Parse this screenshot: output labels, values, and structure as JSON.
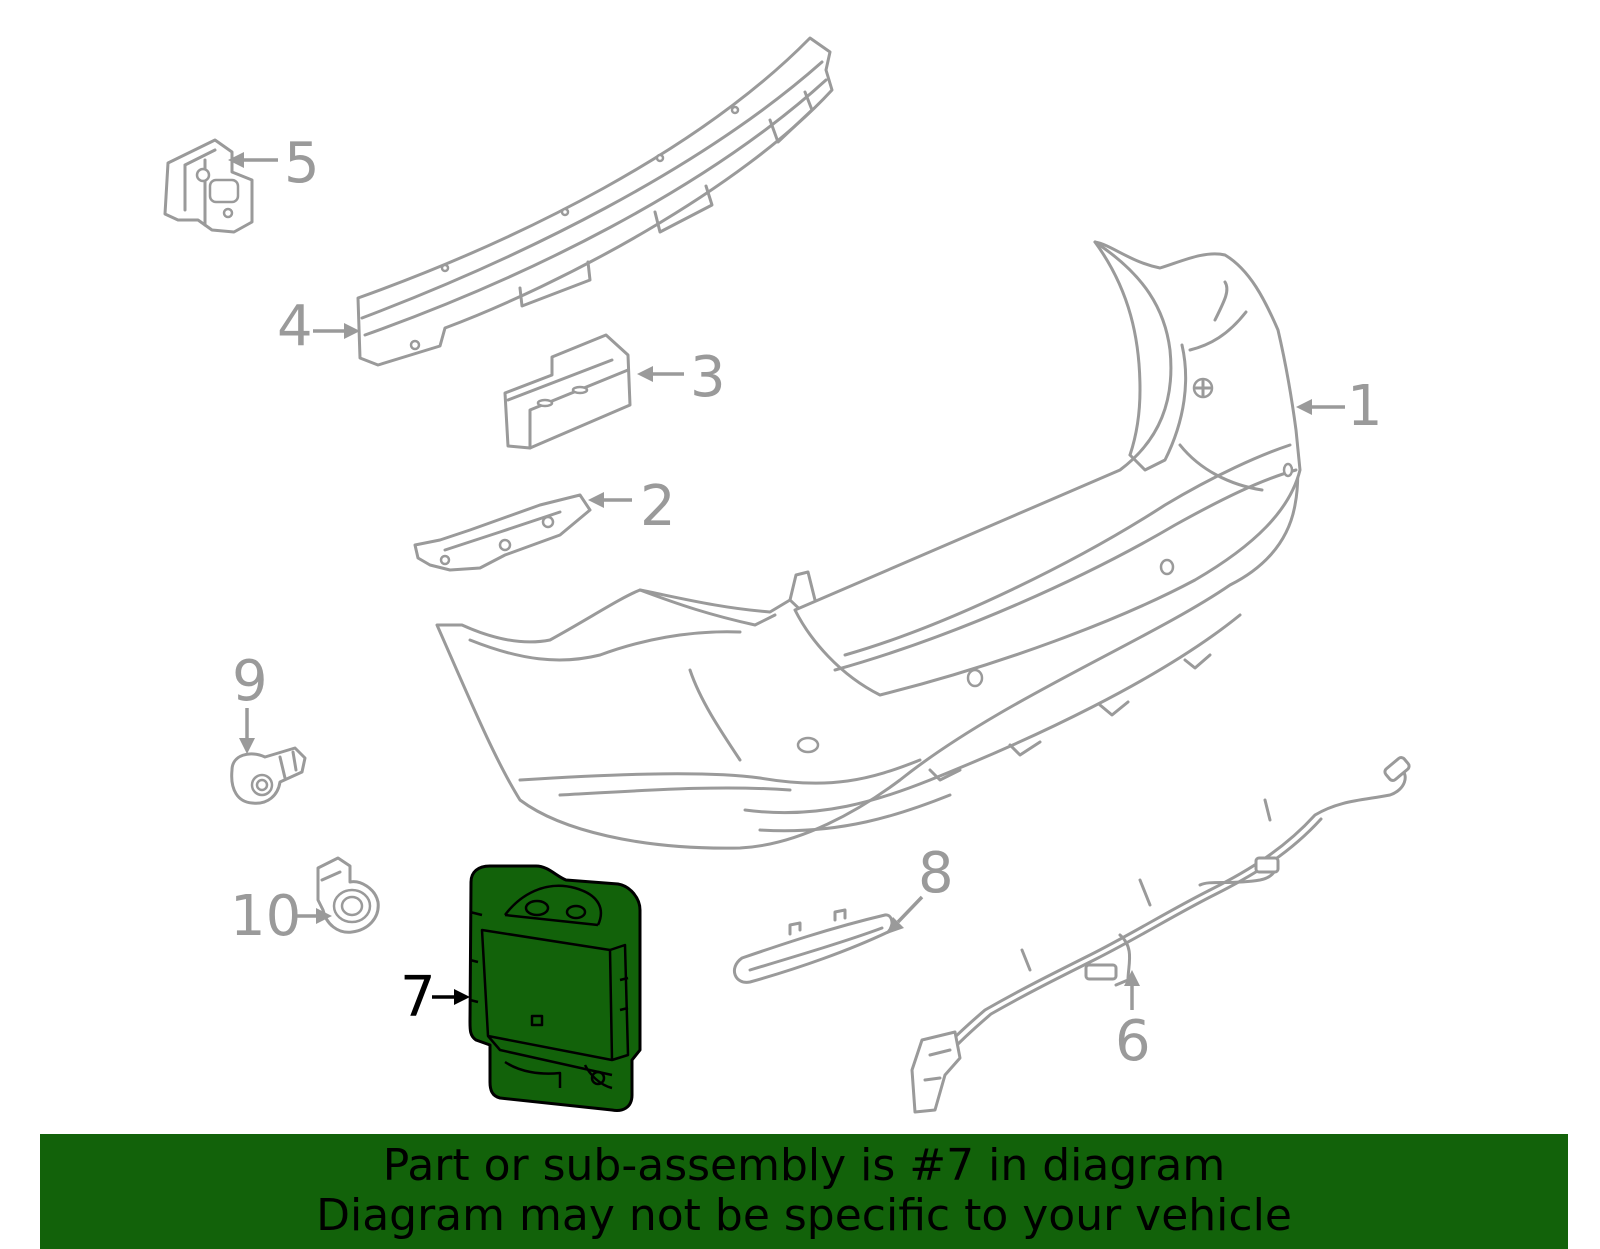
{
  "callouts": {
    "c1": "1",
    "c2": "2",
    "c3": "3",
    "c4": "4",
    "c5": "5",
    "c6": "6",
    "c7": "7",
    "c8": "8",
    "c9": "9",
    "c10": "10"
  },
  "highlighted_part": "7",
  "colors": {
    "highlight_fill": "#12620a",
    "banner_background": "#12620a",
    "line_gray": "#9a9a9a"
  },
  "banner": {
    "line1": "Part or sub-assembly is #7 in diagram",
    "line2": "Diagram may not be specific to your vehicle"
  }
}
